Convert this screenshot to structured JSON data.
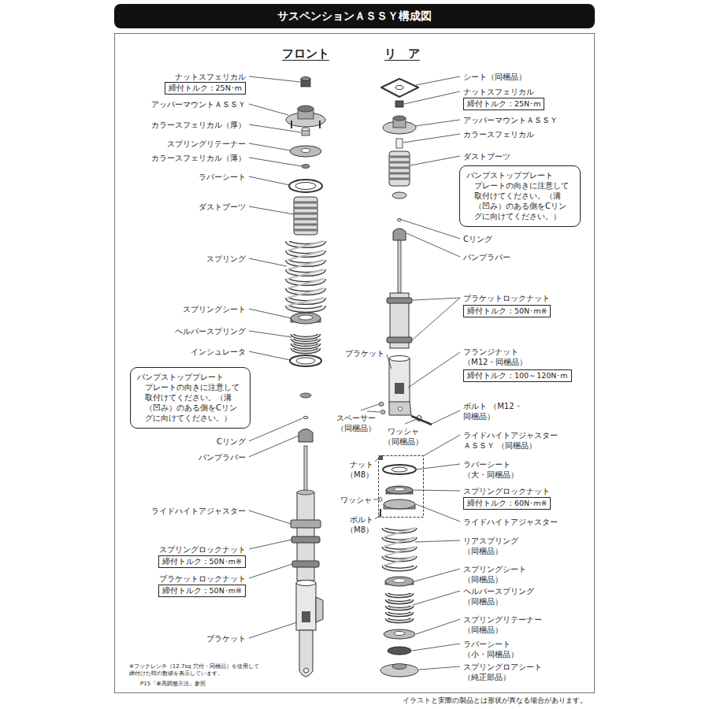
{
  "diagram": {
    "title": "サスペンションＡＳＳＹ構成図",
    "nodes": [
      {
        "text": [
          "締付トルク：25N･m"
        ]
      },
      {
        "text": [
          "バンプストッププレート",
          "プレートの向きに注意して取付けてください。（溝（凹み）のある側をCリングに向けてください。）"
        ]
      },
      {
        "text": [
          "締付トルク：50N･m※"
        ]
      },
      {
        "text": [
          "締付トルク：50N･m※"
        ]
      },
      {
        "text": [
          "締付トルク：25N･m"
        ]
      },
      {
        "text": [
          "バンプストッププレート",
          "プレートの向きに注意して取付けてください。（溝（凹み）のある側をCリングに向けてください。）"
        ]
      },
      {
        "text": [
          "締付トルク：50N･m※"
        ]
      },
      {
        "text": [
          "締付トルク：100～120N･m"
        ]
      },
      {
        "text": [
          "締付トルク：60N･m※"
        ]
      }
    ],
    "labels": [
      "フロント",
      "リ　ア",
      "ナットスフェリカル",
      "アッパーマウントＡＳＳＹ",
      "カラースフェリカル（厚）",
      "スプリングリテーナー",
      "カラースフェリカル（薄）",
      "ラバーシート",
      "ダストブーツ",
      "スプリング",
      "スプリングシート",
      "ヘルパースプリング",
      "インシュレータ",
      "Cリング",
      "バンプラバー",
      "ライドハイトアジャスター",
      "スプリングロックナット",
      "ブラケットロックナット",
      "ブラケット",
      "※フックレンチ（12.7sq 穴付・同梱品）を使用して 締付けた時の数値を表示しています。",
      "P15「車高調整方法」参照",
      "シート（同梱品）",
      "ナットスフェリカル",
      "アッパーマウントＡＳＳＹ",
      "カラースフェリカル",
      "ダストブーツ",
      "Cリング",
      "バンプラバー",
      "ブラケットロックナット",
      "ブラケット",
      "フランジナット （M12・同梱品）",
      "スペーサー （同梱品）",
      "ワッシャ （同梱品）",
      "ボルト （M12・同梱品）",
      "ライドハイトアジャスター ＡＳＳＹ （同梱品）",
      "ナット （M8）",
      "ラバーシート （大・同梱品）",
      "スプリングロックナット",
      "ワッシャ",
      "ライドハイトアジャスター",
      "ボルト （M8）",
      "リアスプリング （同梱品）",
      "スプリングシート （同梱品）",
      "ヘルパースプリング （同梱品）",
      "スプリングリテーナー （同梱品）",
      "ラバーシート （小・同梱品）",
      "スプリングロアシート （純正部品）",
      "イラストと実際の製品とは形状が異なる場合があります。"
    ]
  }
}
